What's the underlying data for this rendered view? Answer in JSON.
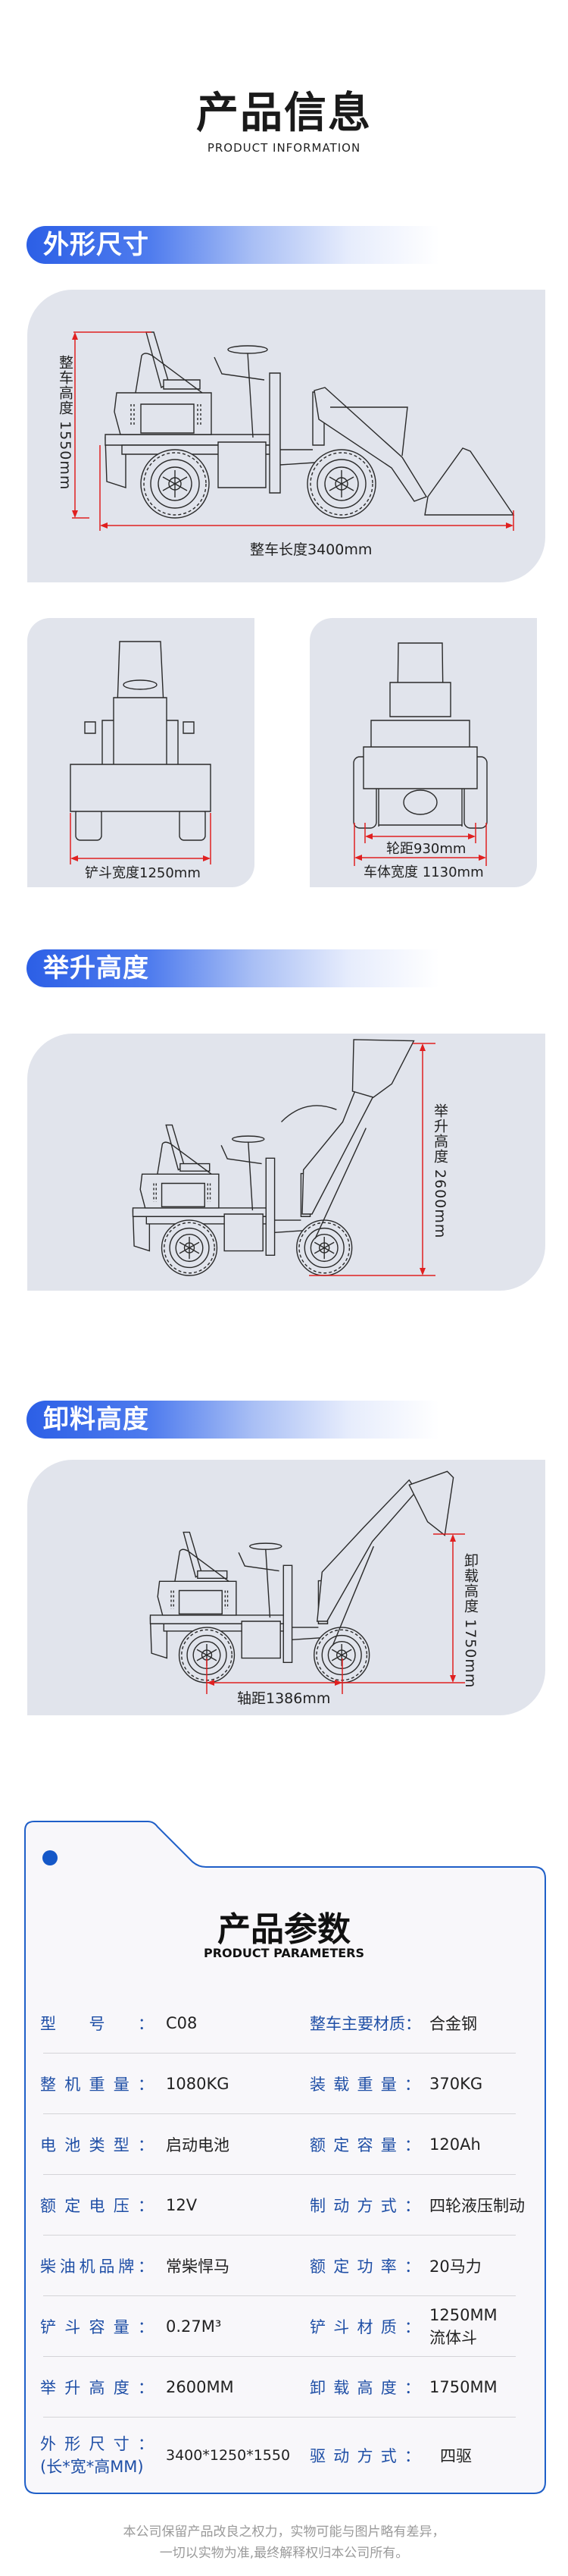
{
  "header": {
    "title": "产品信息",
    "subtitle": "PRODUCT INFORMATION"
  },
  "sections": [
    {
      "title": "外形尺寸"
    },
    {
      "title": "举升高度"
    },
    {
      "title": "卸料高度"
    }
  ],
  "dimensions": {
    "overall_height": "整车高度 1550mm",
    "overall_length": "整车长度3400mm",
    "bucket_width": "铲斗宽度1250mm",
    "track": "轮距930mm",
    "body_width": "车体宽度 1130mm",
    "lift_height": "举升高度 2600mm",
    "dump_height": "卸载高度 1750mm",
    "wheelbase": "轴距1386mm"
  },
  "params": {
    "title": "产品参数",
    "subtitle": "PRODUCT PARAMETERS",
    "rows": [
      {
        "left_label": "型号：",
        "left_value": "C08",
        "right_label": "整车主要材质：",
        "right_value": "合金钢"
      },
      {
        "left_label": "整机重量：",
        "left_value": "1080KG",
        "right_label": "装载重量：",
        "right_value": "370KG"
      },
      {
        "left_label": "电池类型：",
        "left_value": "启动电池",
        "right_label": "额定容量：",
        "right_value": "120Ah"
      },
      {
        "left_label": "额定电压：",
        "left_value": "12V",
        "right_label": "制动方式：",
        "right_value": "四轮液压制动"
      },
      {
        "left_label": "柴油机品牌：",
        "left_value": "常柴悍马",
        "right_label": "额定功率：",
        "right_value": "20马力"
      },
      {
        "left_label": "铲斗容量：",
        "left_value": "0.27M³",
        "right_label": "铲斗材质：",
        "right_value": "1250MM",
        "right_value_2": "流体斗"
      },
      {
        "left_label": "举升高度：",
        "left_value": "2600MM",
        "right_label": "卸载高度：",
        "right_value": "1750MM"
      },
      {
        "left_label": "外形尺寸：",
        "left_label_2": "(长*宽*高MM)",
        "left_value": "3400*1250*1550",
        "right_label": "驱动方式：",
        "right_value": "四驱"
      }
    ]
  },
  "footer": {
    "line1": "本公司保留产品改良之权力，实物可能与图片略有差异，",
    "line2": "一切以实物为准,最终解释权归本公司所有。"
  },
  "colors": {
    "accent": "#2c5fe6",
    "card_border": "#1f5fc8",
    "label": "#1f4fa6",
    "panel": "#e1e4ec",
    "dimension": "#e02020"
  }
}
